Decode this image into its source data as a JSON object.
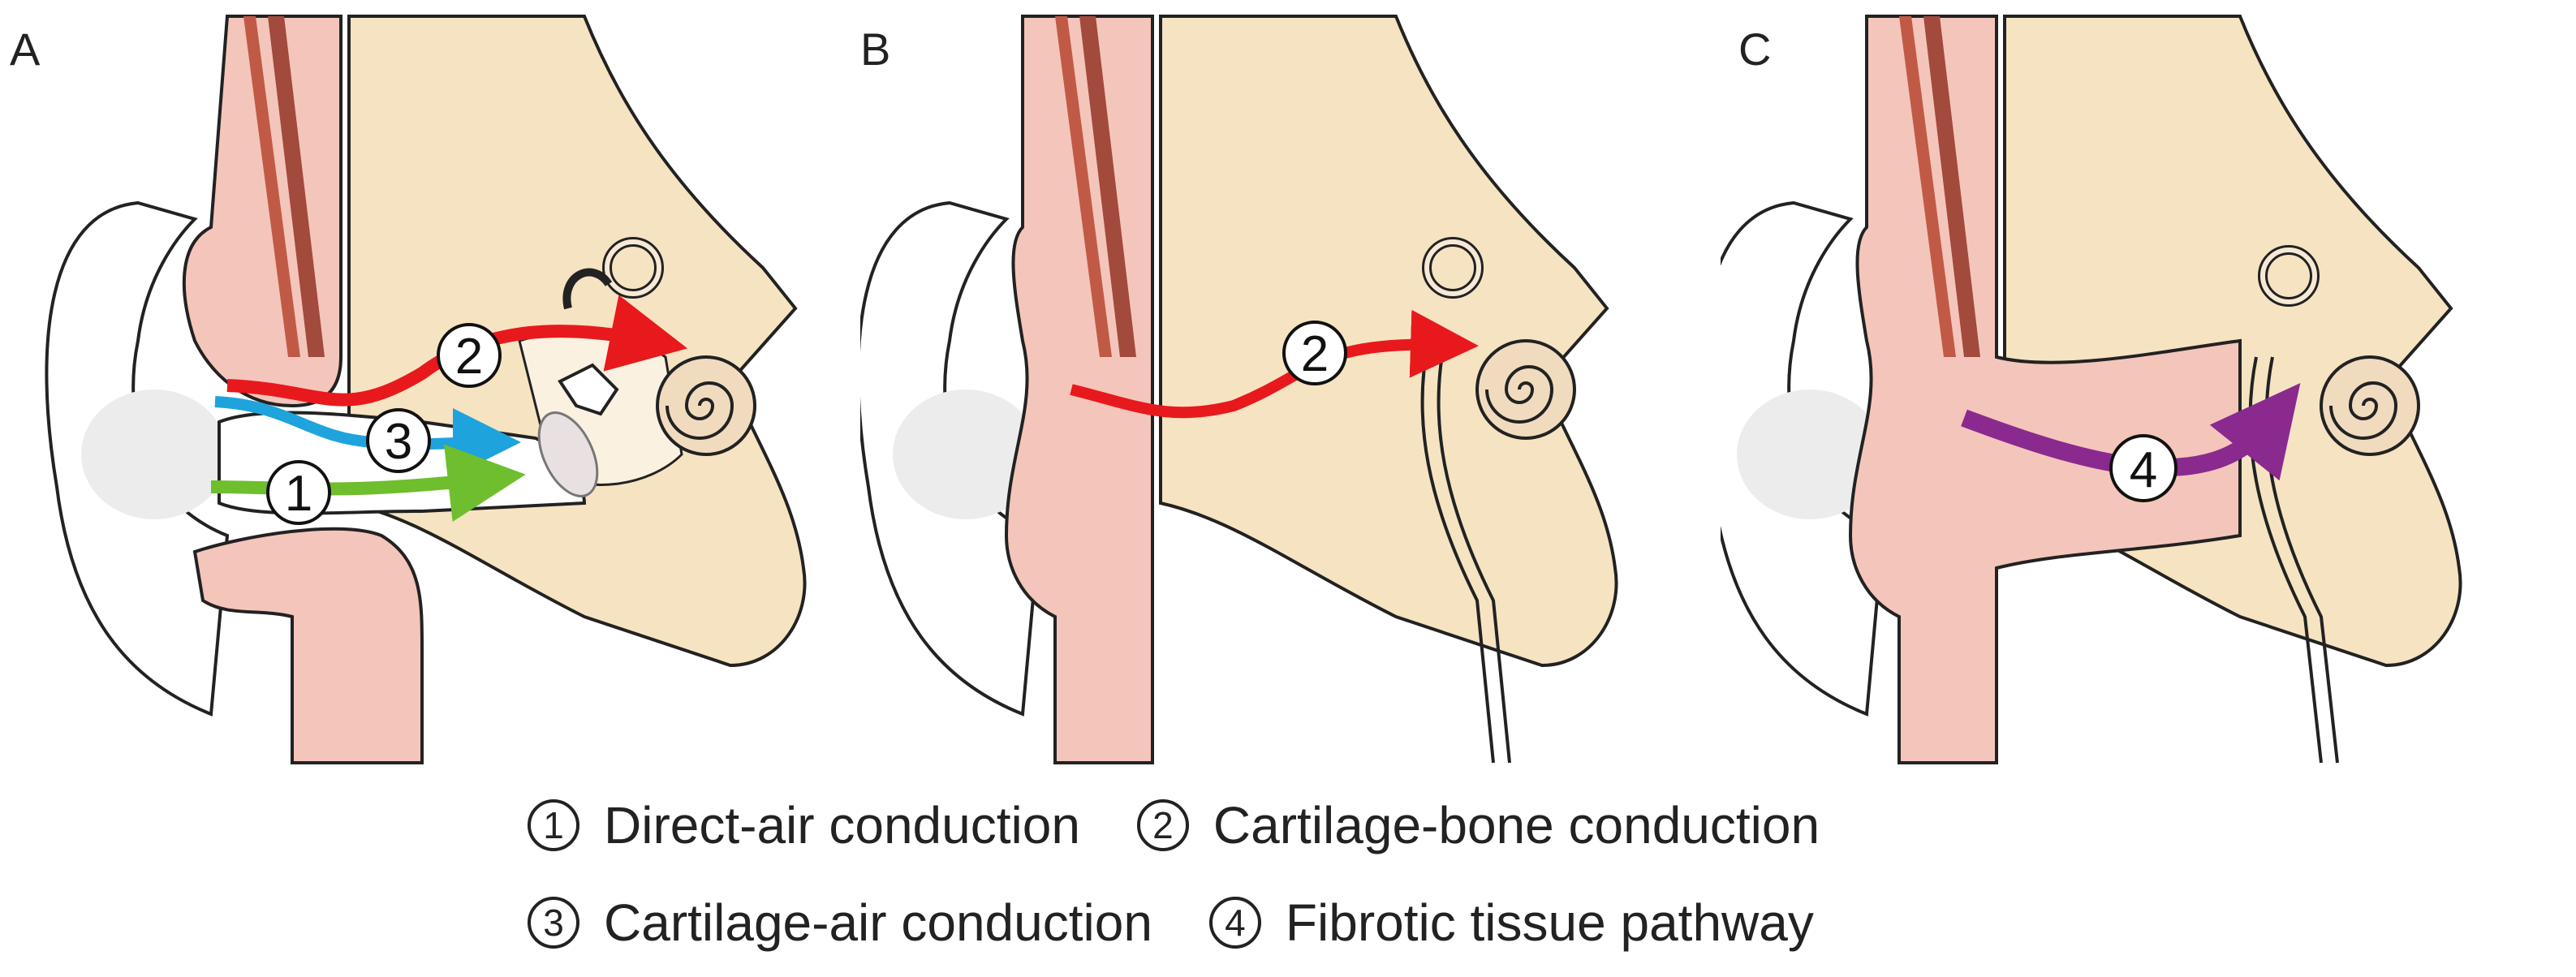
{
  "panels": [
    {
      "letter": "A",
      "markers": [
        "②",
        "③",
        "①"
      ]
    },
    {
      "letter": "B",
      "markers": [
        "②"
      ]
    },
    {
      "letter": "C",
      "markers": [
        "④"
      ]
    }
  ],
  "legend": {
    "items": [
      {
        "symbol": "①",
        "label": "Direct-air conduction"
      },
      {
        "symbol": "②",
        "label": "Cartilage-bone conduction"
      },
      {
        "symbol": "③",
        "label": "Cartilage-air conduction"
      },
      {
        "symbol": "④",
        "label": "Fibrotic tissue pathway"
      }
    ]
  },
  "colors": {
    "direct_air": "#6fbe2e",
    "cartilage_bone": "#e8191c",
    "cartilage_air": "#1fa3dc",
    "fibrotic": "#8a2a8f",
    "bone": "#f6e3c2",
    "soft_tissue": "#f4c5bb",
    "outline": "#222222"
  }
}
